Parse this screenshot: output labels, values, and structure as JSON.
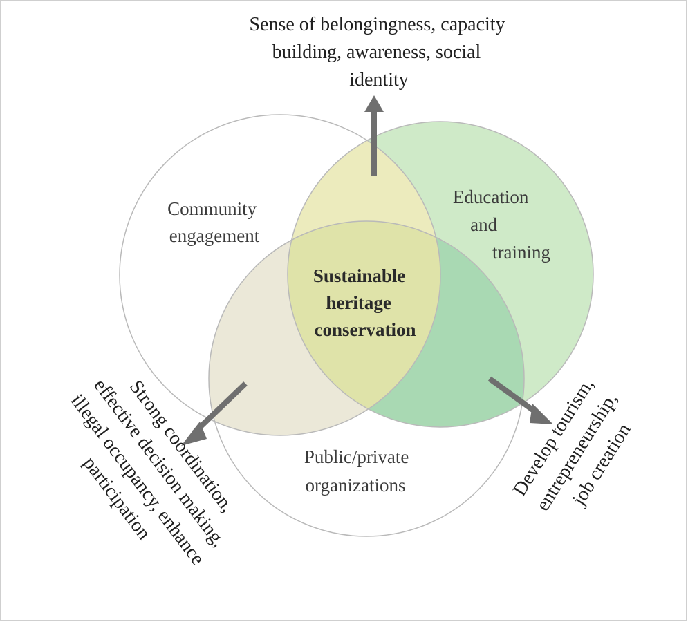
{
  "diagram": {
    "circles": {
      "community": {
        "label_lines": [
          "Community",
          "engagement"
        ],
        "fill": "#ffffff"
      },
      "education": {
        "label_lines": [
          "Education",
          "and",
          "training"
        ],
        "fill": "#b6e0ad"
      },
      "public": {
        "label_lines": [
          "Public/private",
          "organizations"
        ],
        "fill": "#ffffff"
      }
    },
    "center": {
      "label_lines": [
        "Sustainable",
        "heritage",
        "conservation"
      ]
    },
    "outcomes": {
      "top": {
        "lines": [
          "Sense of belongingness, capacity",
          "building, awareness, social",
          "identity"
        ]
      },
      "left": {
        "lines": [
          "Strong coordination,",
          "effective decision making,",
          "illegal occupancy, enhance",
          "participation"
        ]
      },
      "right": {
        "lines": [
          "Develop tourism,",
          "entrepreneurship,",
          "job creation"
        ]
      }
    },
    "colors": {
      "community_education_overlap": "#ecebbd",
      "community_public_overlap": "#ebe8d8",
      "education_public_overlap": "#a9d9b3",
      "center_overlap": "#dfe3a9",
      "arrow": "#6f6f6f",
      "circle_stroke": "#b9b9b9"
    }
  }
}
